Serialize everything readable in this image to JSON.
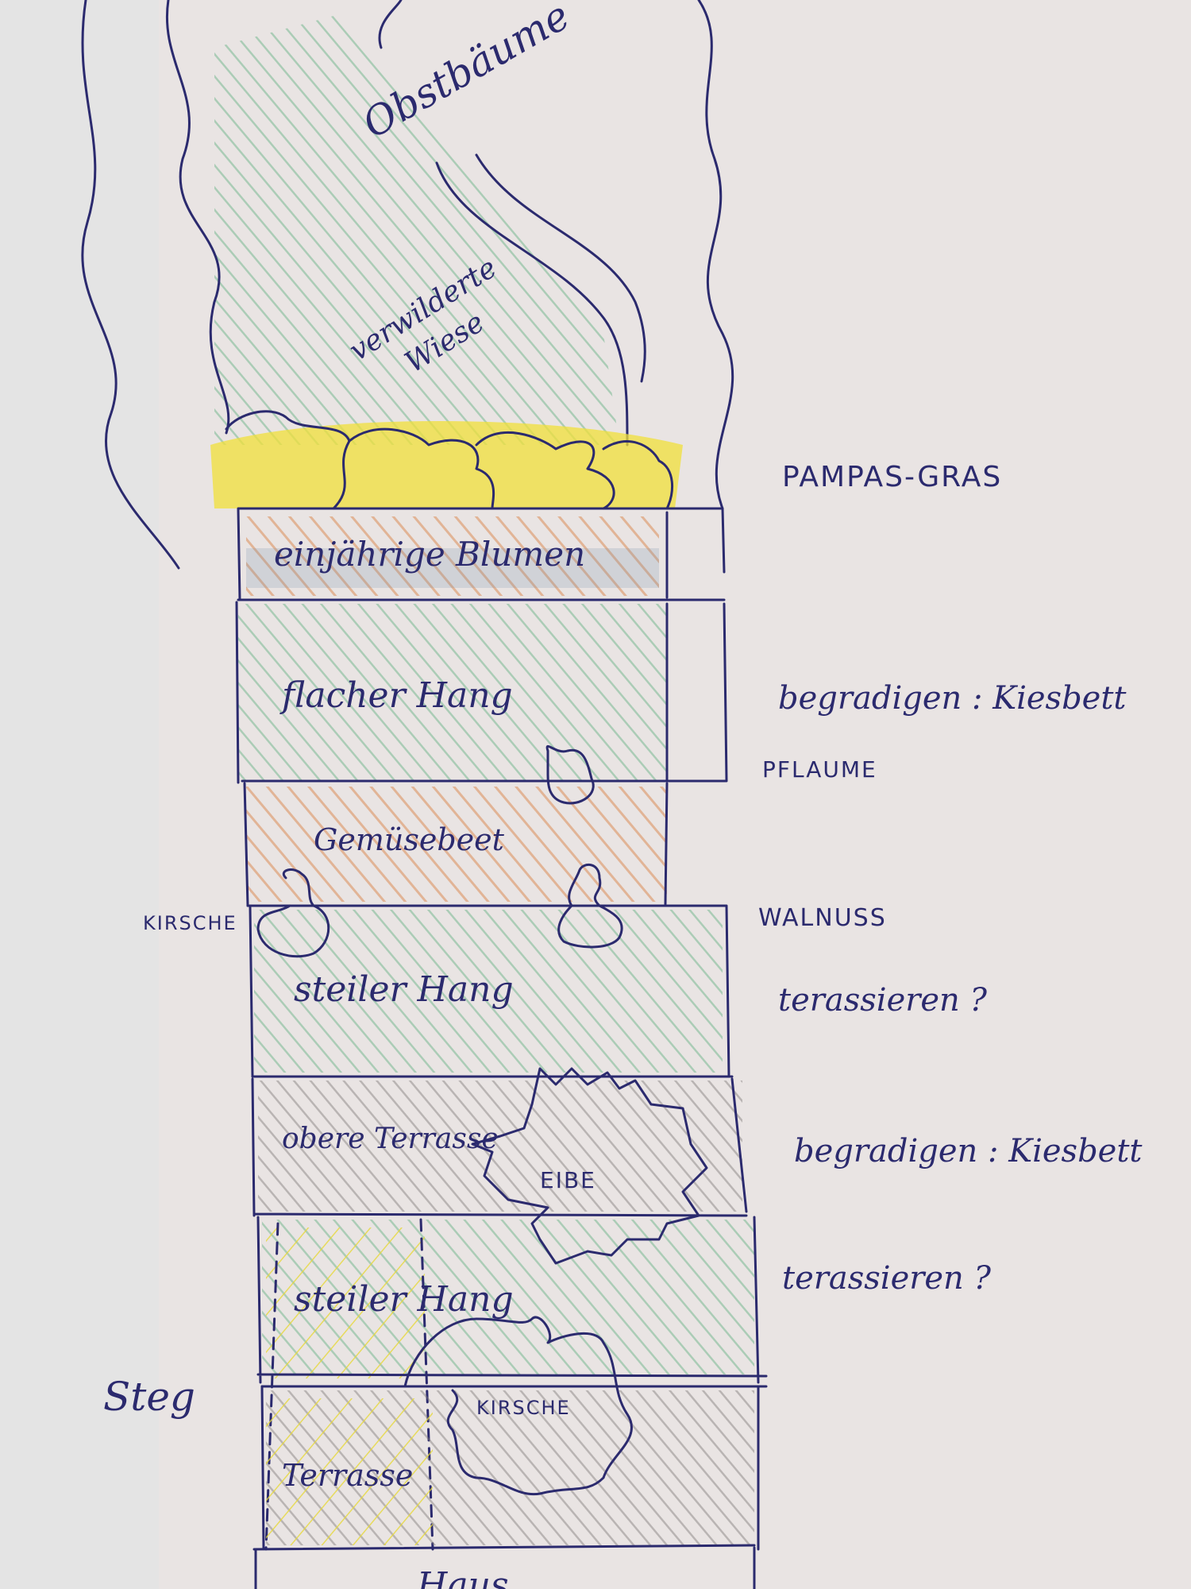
{
  "sketch": {
    "areas": {
      "orchard": "Obstbäume",
      "meadow_line1": "verwilderte",
      "meadow_line2": "Wiese",
      "annual_flowers": "einjährige Blumen",
      "gentle_slope": "flacher Hang",
      "vegetable_bed": "Gemüsebeet",
      "steep_slope_1": "steiler Hang",
      "upper_terrace": "obere Terrasse",
      "steep_slope_2": "steiler Hang",
      "terrace": "Terrasse",
      "house": "Haus"
    },
    "trees": {
      "cherry_1": "KIRSCHE",
      "walnut": "WALNUSS",
      "plum": "PFLAUME",
      "yew": "EIBE",
      "cherry_2": "KIRSCHE"
    },
    "notes": {
      "pampas": "PAMPAS-GRAS",
      "straighten_1": "begradigen : Kiesbett",
      "terrace_q_1": "terassieren ?",
      "straighten_2": "begradigen : Kiesbett",
      "terrace_q_2": "terassieren ?",
      "jetty": "Steg"
    },
    "colors": {
      "paper": "#e9e4e3",
      "ink": "#2b2a6e",
      "green": "#5fae7e",
      "yellow": "#f0e03a",
      "orange": "#d9834a",
      "grey": "#7d7a78"
    }
  }
}
